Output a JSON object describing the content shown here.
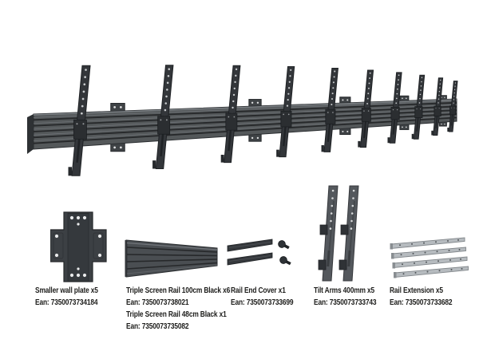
{
  "product_render": {
    "description": "Wall-mounted menu board rail system with tilt arms",
    "arm_count": 10,
    "wall_plate_count": 5
  },
  "colors": {
    "background": "#ffffff",
    "rail_face": "#54585a",
    "rail_groove": "#26282a",
    "rail_highlight": "#71757a",
    "arm_fill": "#33363a",
    "arm_stroke": "#1f2225",
    "plate_fill": "#3f4346",
    "silver": "#b6bbbf",
    "text": "#1e1e1c"
  },
  "components": [
    {
      "icon": "smaller-wall-plate-image",
      "label": "Smaller wall plate x5",
      "ean": "Ean: 7350073734184"
    },
    {
      "icon": "triple-screen-rail-image",
      "label": "Triple Screen Rail 100cm Black x6",
      "ean": "Ean: 7350073738021",
      "label2": "Triple Screen Rail 48cm Black x1",
      "ean2": "Ean: 7350073735082"
    },
    {
      "icon": "rail-end-cover-image",
      "label": "Rail End Cover x1",
      "ean": "Ean: 7350073733699"
    },
    {
      "icon": "tilt-arms-image",
      "label": "Tilt Arms 400mm x5",
      "ean": "Ean: 7350073733743"
    },
    {
      "icon": "rail-extension-image",
      "label": "Rail Extension x5",
      "ean": "Ean: 7350073733682"
    }
  ]
}
